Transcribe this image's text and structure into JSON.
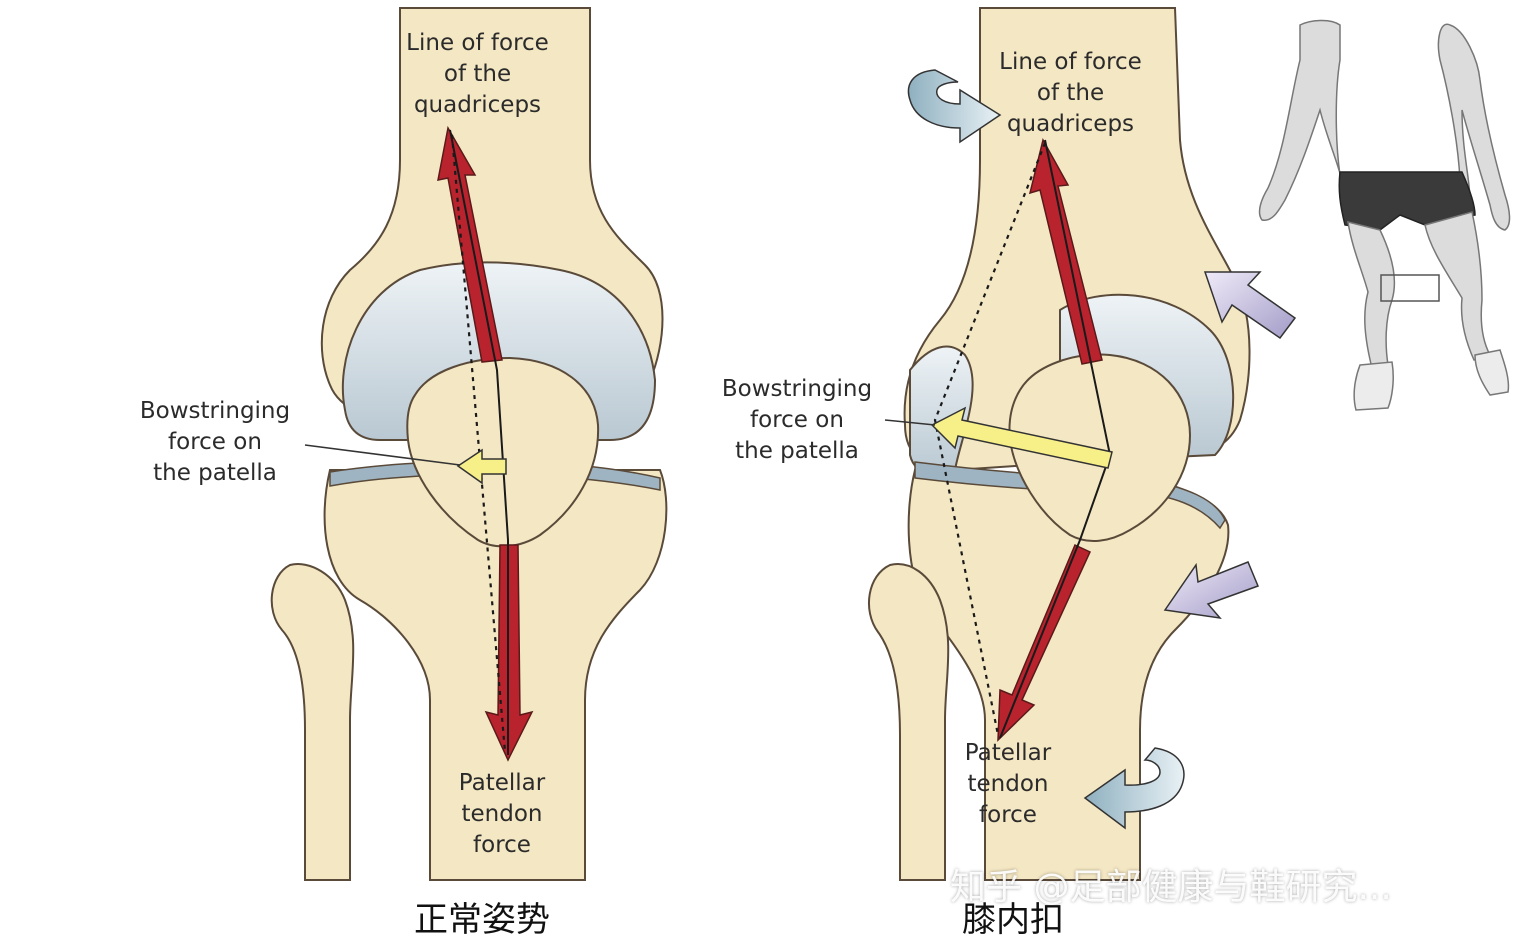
{
  "left_panel": {
    "quad_label": [
      "Line of force",
      "of the",
      "quadriceps"
    ],
    "bow_label": [
      "Bowstringing",
      "force on",
      "the patella"
    ],
    "tendon_label": [
      "Patellar",
      "tendon",
      "force"
    ],
    "caption": "正常姿势"
  },
  "right_panel": {
    "quad_label": [
      "Line of force",
      "of the",
      "quadriceps"
    ],
    "bow_label": [
      "Bowstringing",
      "force on",
      "the patella"
    ],
    "tendon_label": [
      "Patellar",
      "tendon",
      "force"
    ],
    "caption": "膝内扣"
  },
  "watermark": "知乎 @足部健康与鞋研究...",
  "colors": {
    "bone": "#f4e7c3",
    "bone_outline": "#5a4a3a",
    "cartilage": "#d9e2e8",
    "force_arrow": "#b8232e",
    "bowstring_arrow": "#f7ef88",
    "rotation_arrow": "#b9cfd9",
    "push_arrow": "#c9c4e0"
  }
}
